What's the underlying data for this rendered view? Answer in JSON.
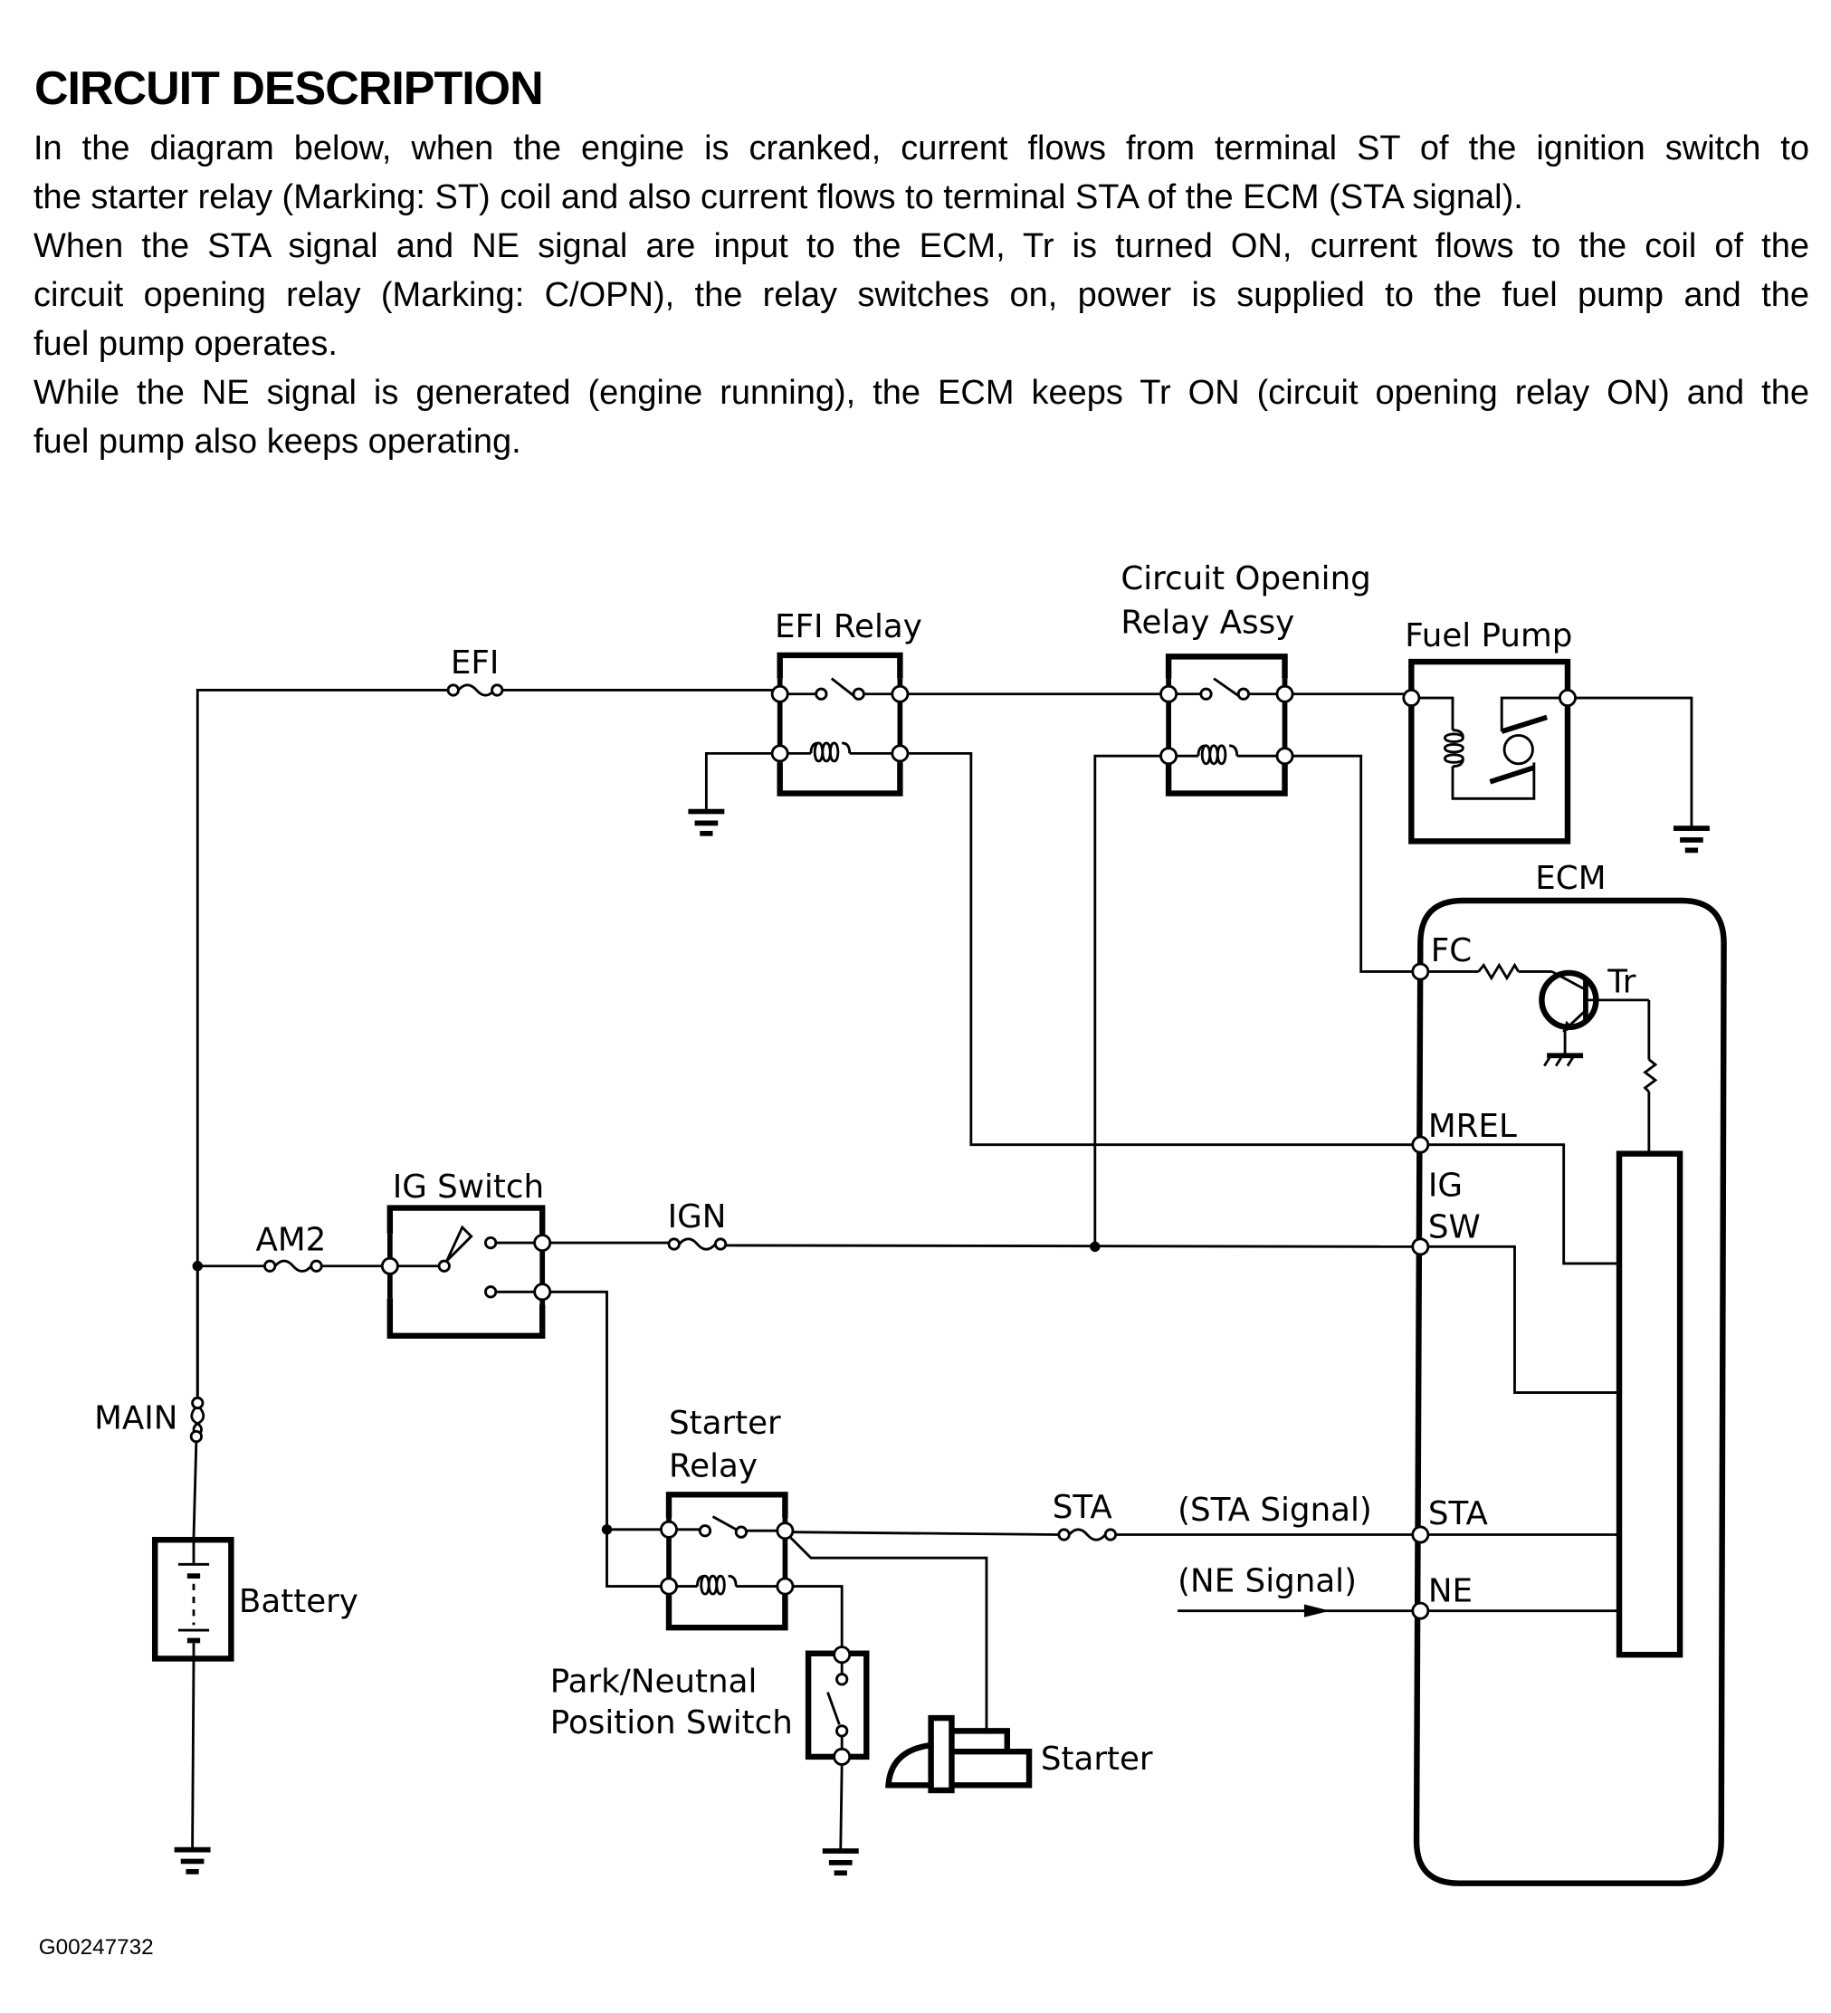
{
  "document": {
    "title": "CIRCUIT DESCRIPTION",
    "paragraphs": [
      "In the diagram below, when the engine is cranked, current flows from terminal ST of the ignition switch to",
      "the starter relay (Marking: ST) coil and also current flows to terminal STA of the ECM (STA signal).",
      "When the STA signal and NE signal are input to the ECM, Tr is turned ON, current flows to the coil of the",
      "circuit opening relay (Marking: C/OPN), the relay switches on, power is supplied to the fuel pump and the",
      "fuel pump operates.",
      "While the NE signal is generated (engine running), the ECM keeps Tr ON (circuit opening relay ON) and the",
      "fuel pump also keeps operating."
    ],
    "figure_id": "G00247732"
  },
  "diagram": {
    "components": {
      "efi_fuse": "EFI",
      "efi_relay": "EFI Relay",
      "cor_line1": "Circuit Opening",
      "cor_line2": "Relay Assy",
      "fuel_pump": "Fuel Pump",
      "ecm": "ECM",
      "transistor": "Tr",
      "ig_switch": "IG Switch",
      "am2_fuse": "AM2",
      "ign_fuse": "IGN",
      "main_fuse": "MAIN",
      "battery": "Battery",
      "starter_relay_line1": "Starter",
      "starter_relay_line2": "Relay",
      "pn_switch_line1": "Park/Neutnal",
      "pn_switch_line2": "Position Switch",
      "starter": "Starter",
      "sta_fuse": "STA"
    },
    "ecm_terminals": {
      "fc": "FC",
      "mrel": "MREL",
      "igsw_line1": "IG",
      "igsw_line2": "SW",
      "sta": "STA",
      "ne": "NE"
    },
    "signals": {
      "sta_signal": "(STA Signal)",
      "ne_signal": "(NE Signal)"
    }
  }
}
